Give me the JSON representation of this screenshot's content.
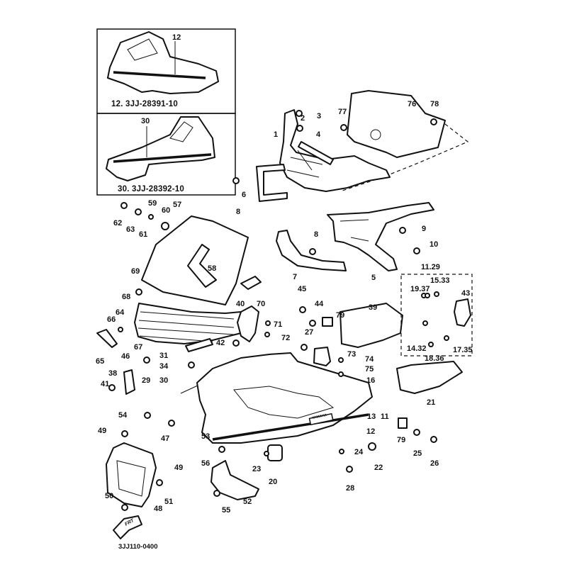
{
  "diagram": {
    "title_code": "3JJ110-0400",
    "front_arrow_label": "FRT",
    "inset_boxes": [
      {
        "callout": "12",
        "caption": "12. 3JJ-28391-10"
      },
      {
        "callout": "30",
        "caption": "30. 3JJ-28392-10"
      }
    ],
    "emblem_text": "YAMAHA",
    "callouts": {
      "c1": "1",
      "c2": "2",
      "c3": "3",
      "c4": "4",
      "c5": "5",
      "c6": "6",
      "c7": "7",
      "c8a": "8",
      "c8b": "8",
      "c9": "9",
      "c10": "10",
      "c11_29": "11.29",
      "c15_33": "15.33",
      "c19_37": "19.37",
      "c43": "43",
      "c14_32": "14.32",
      "c18_36": "18.36",
      "c17_35": "17.35",
      "c13": "13",
      "c11": "11",
      "c12": "12",
      "c16": "16",
      "c20": "20",
      "c21": "21",
      "c22": "22",
      "c23": "23",
      "c24": "24",
      "c25": "25",
      "c26": "26",
      "c27": "27",
      "c28": "28",
      "c29": "29",
      "c30": "30",
      "c31": "31",
      "c34": "34",
      "c38": "38",
      "c39": "39",
      "c40": "40",
      "c41": "41",
      "c42": "42",
      "c44": "44",
      "c45": "45",
      "c46": "46",
      "c47": "47",
      "c48": "48",
      "c49a": "49",
      "c49b": "49",
      "c50": "50",
      "c51": "51",
      "c52": "52",
      "c53": "53",
      "c54": "54",
      "c55": "55",
      "c56": "56",
      "c57": "57",
      "c58": "58",
      "c59": "59",
      "c60": "60",
      "c61": "61",
      "c62": "62",
      "c63": "63",
      "c64": "64",
      "c65": "65",
      "c66": "66",
      "c67": "67",
      "c68": "68",
      "c69": "69",
      "c70": "70",
      "c71": "71",
      "c72": "72",
      "c73": "73",
      "c74": "74",
      "c75": "75",
      "c76": "76",
      "c77": "77",
      "c78": "78",
      "c79a": "79",
      "c79b": "79"
    }
  }
}
